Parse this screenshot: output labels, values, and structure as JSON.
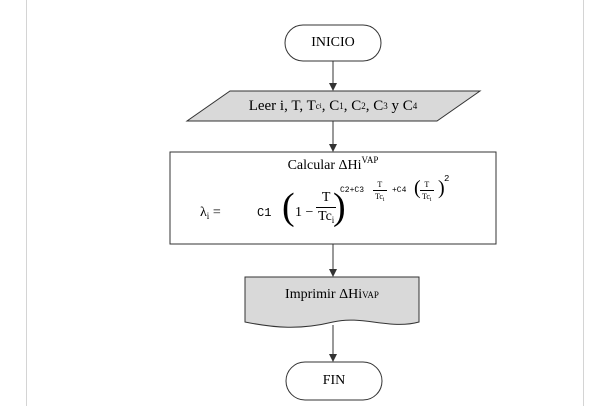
{
  "nodes": {
    "start": {
      "label": "INICIO"
    },
    "input": {
      "prefix": "Leer i, T, T",
      "tc_sub": "c",
      "tc_sub2": "i",
      "c1": "C",
      "c1_sub": "1",
      "c2": "C",
      "c2_sub": "2",
      "c3": "C",
      "c3_sub": "3",
      "conj": "y",
      "c4": "C",
      "c4_sub": "4"
    },
    "process": {
      "title": "Calcular ΔHi",
      "title_sup": "VAP",
      "formula": {
        "lambda": "λ",
        "lambda_sub": "i",
        "equals": "=",
        "c1": "C1",
        "one_minus": "1 −",
        "num": "T",
        "den": "Tc",
        "den_sub": "i",
        "exp_c2": "C2+C3",
        "exp_c4": "+C4",
        "exp_num": "T",
        "exp_den": "Tc",
        "exp_den_sub": "i",
        "exp_sq": "2"
      }
    },
    "output": {
      "label": "Imprimir ΔHi",
      "label_sup": "VAP"
    },
    "end": {
      "label": "FIN"
    }
  },
  "colors": {
    "stroke": "#333333",
    "shape_fill_gray": "#d9d9d9",
    "shape_fill_white": "#ffffff"
  }
}
